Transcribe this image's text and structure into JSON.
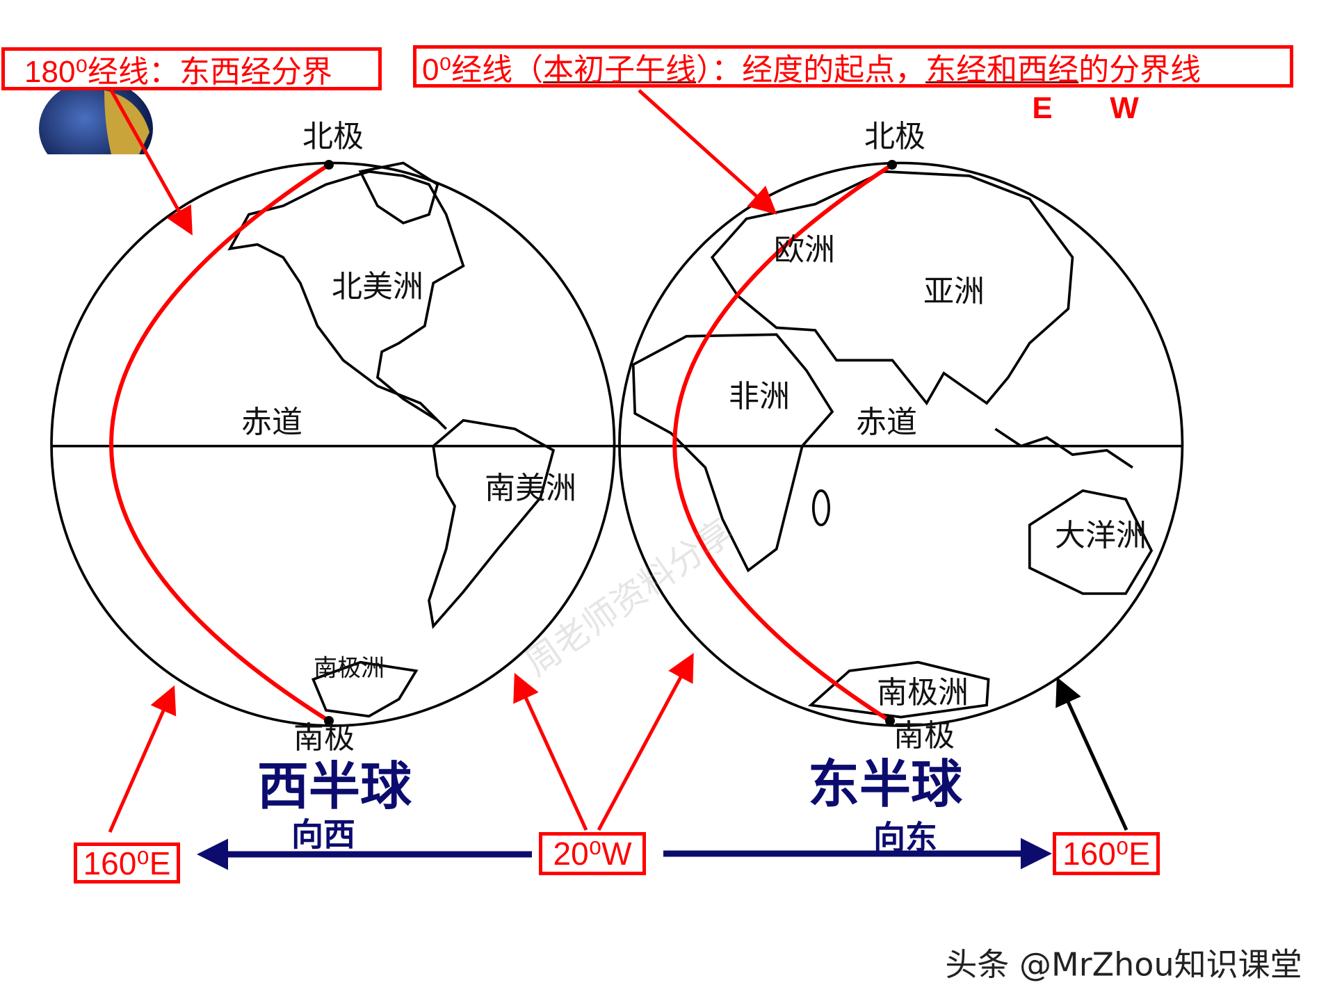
{
  "top_left_label": "180⁰经线：东西经分界",
  "top_right_label": {
    "prefix": "0⁰经线（",
    "prime_meridian": "本初子午线",
    "middle": "）：经度的起点，",
    "east_west": "东经和西经",
    "suffix": "的分界线"
  },
  "ew_letters": {
    "e": "E",
    "w": "W"
  },
  "western_hemisphere": {
    "north_pole": "北极",
    "south_pole": "南极",
    "equator": "赤道",
    "continents": [
      "北美洲",
      "南美洲",
      "南极洲"
    ],
    "title": "西半球",
    "direction": "向西"
  },
  "eastern_hemisphere": {
    "north_pole": "北极",
    "south_pole": "南极",
    "equator": "赤道",
    "continents": [
      "欧洲",
      "亚洲",
      "非洲",
      "大洋洲",
      "南极洲"
    ],
    "title": "东半球",
    "direction": "向东"
  },
  "boxes": {
    "left": "160⁰E",
    "center": "20⁰W",
    "right": "160⁰E"
  },
  "watermark": "周老师资料分享",
  "footer": "头条 @MrZhou知识课堂",
  "colors": {
    "red": "#ff0000",
    "navy": "#0c0c6e",
    "outline": "#000000"
  }
}
